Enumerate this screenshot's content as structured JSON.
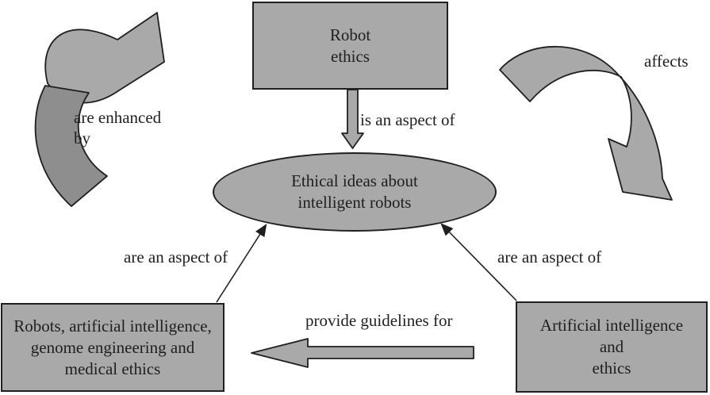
{
  "colors": {
    "background": "#ffffff",
    "shape_fill": "#a9a9a9",
    "shape_fill_dark": "#8e8e8e",
    "outline": "#1f1f1f",
    "text": "#1f1f1f"
  },
  "nodes": {
    "robot_ethics": {
      "text": "Robot\nethics",
      "shape": "rectangle"
    },
    "ethical_ideas": {
      "text": "Ethical ideas about\nintelligent robots",
      "shape": "ellipse"
    },
    "robots_ai_genome_medical": {
      "text": "Robots, artificial intelligence,\ngenome engineering and\nmedical ethics",
      "shape": "rectangle"
    },
    "ai_ethics": {
      "text": "Artificial intelligence\nand\nethics",
      "shape": "rectangle"
    }
  },
  "labels": {
    "is_an_aspect_of": "is an aspect of",
    "are_enhanced_by": "are enhanced\nby",
    "affects": "affects",
    "are_an_aspect_of_left": "are an aspect of",
    "are_an_aspect_of_right": "are an aspect of",
    "provide_guidelines_for": "provide guidelines for"
  },
  "relations": [
    {
      "from": "robot_ethics",
      "to": "ethical_ideas",
      "label": "is an aspect of",
      "connector": "block-arrow-down"
    },
    {
      "from": "robots_ai_genome_medical",
      "to": "ethical_ideas",
      "label": "are an aspect of",
      "connector": "thin-arrow"
    },
    {
      "from": "ai_ethics",
      "to": "ethical_ideas",
      "label": "are an aspect of",
      "connector": "thin-arrow"
    },
    {
      "from": "ai_ethics",
      "to": "robots_ai_genome_medical",
      "label": "provide guidelines for",
      "connector": "block-arrow-left"
    },
    {
      "from": "left-side",
      "to": "up",
      "label": "are enhanced by",
      "connector": "curved-arrow"
    },
    {
      "from": "right-side",
      "to": "down",
      "label": "affects",
      "connector": "curved-arrow"
    }
  ]
}
